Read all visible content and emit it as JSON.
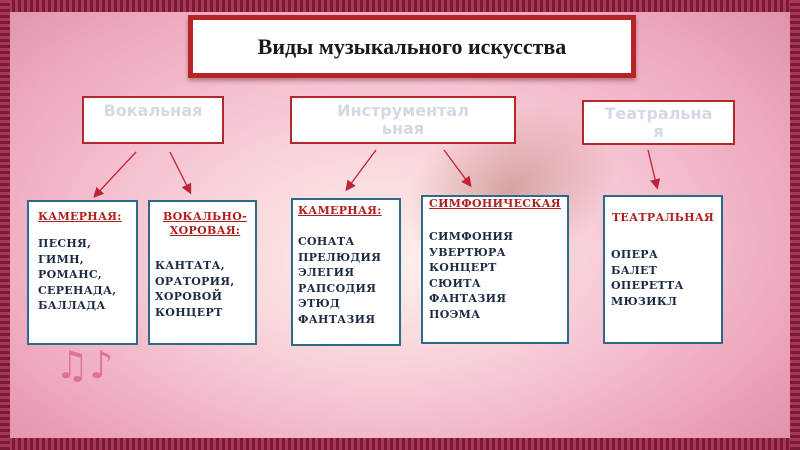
{
  "title": "Виды музыкального искусства",
  "categories": {
    "vocal": "Вокальная",
    "instrumental": "Инструментальная",
    "theatrical": "Театральная"
  },
  "boxes": {
    "vocal_chamber": {
      "heading": "КАМЕРНАЯ:",
      "items": [
        "ПЕСНЯ,",
        "ГИМН,",
        "РОМАНС,",
        "СЕРЕНАДА,",
        "БАЛЛАДА"
      ]
    },
    "vocal_choral": {
      "heading": "ВОКАЛЬНО-ХОРОВАЯ:",
      "items": [
        "КАНТАТА,",
        "ОРАТОРИЯ,",
        "ХОРОВОЙ",
        "КОНЦЕРТ"
      ]
    },
    "instr_chamber": {
      "heading": "КАМЕРНАЯ:",
      "items": [
        "СОНАТА",
        "ПРЕЛЮДИЯ",
        "ЭЛЕГИЯ",
        "РАПСОДИЯ",
        "ЭТЮД",
        "ФАНТАЗИЯ"
      ]
    },
    "instr_symphonic": {
      "heading": "СИМФОНИЧЕСКАЯ",
      "items": [
        "СИМФОНИЯ",
        "УВЕРТЮРА",
        "КОНЦЕРТ",
        "СЮИТА",
        "ФАНТАЗИЯ",
        "ПОЭМА"
      ]
    },
    "theatrical": {
      "heading": "ТЕАТРАЛЬНАЯ",
      "items": [
        "ОПЕРА",
        "БАЛЕТ",
        "ОПЕРЕТТА",
        "МЮЗИКЛ"
      ]
    }
  },
  "colors": {
    "border_frame": "#8a1f3c",
    "title_border": "#b52525",
    "box_border": "#2b6a8c",
    "heading_text": "#b01e1e",
    "arrow": "#c0203a"
  }
}
